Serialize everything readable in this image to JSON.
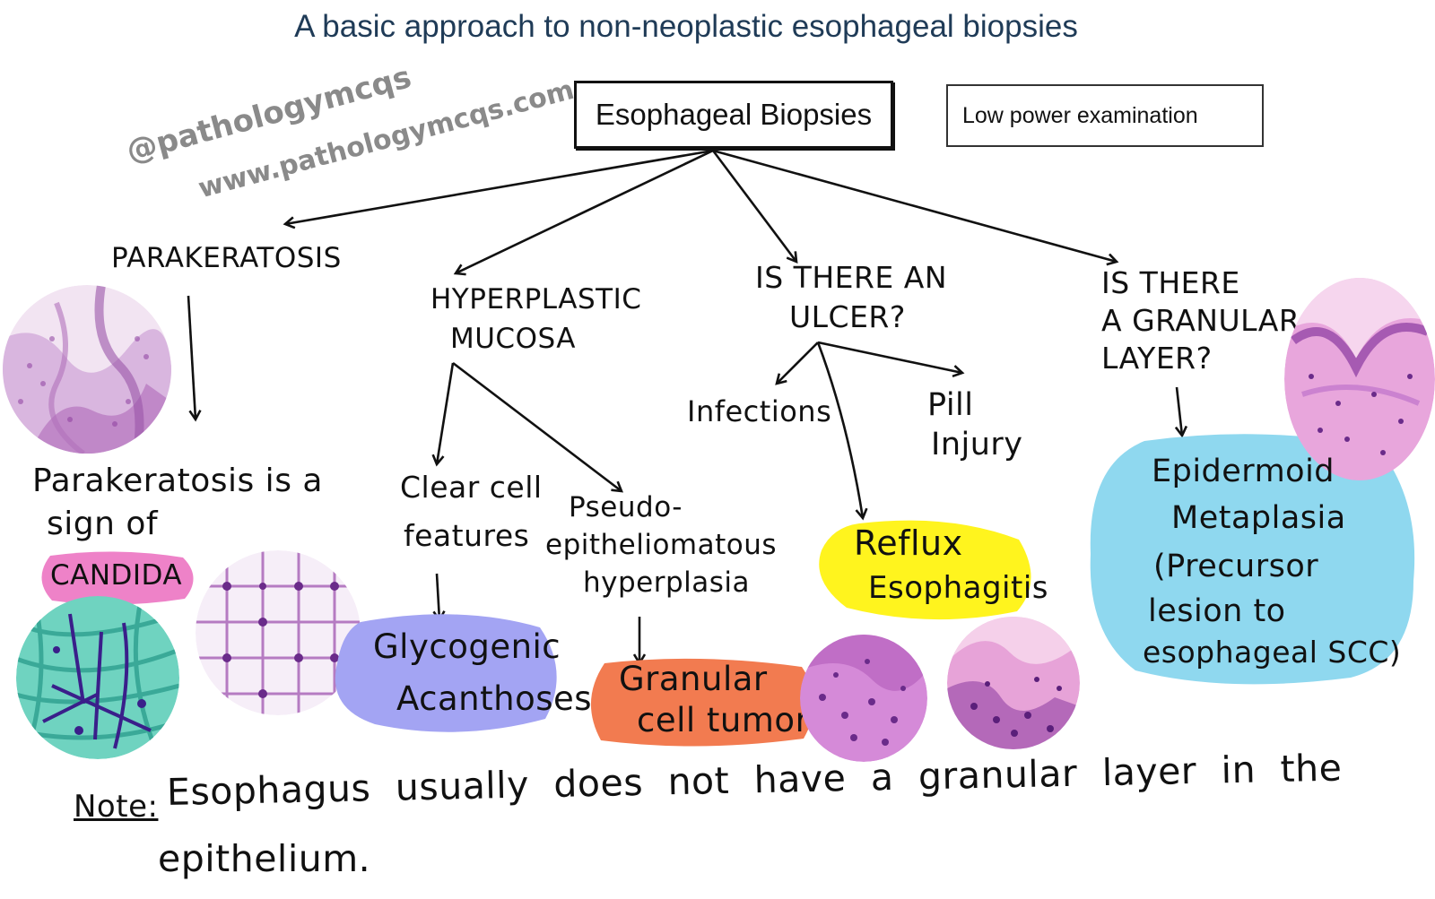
{
  "title": "A basic approach to non-neoplastic esophageal biopsies",
  "watermark": {
    "handle": "@pathologymcqs",
    "url": "www.pathologymcqs.com"
  },
  "root": {
    "label": "Esophageal Biopsies"
  },
  "side_box": {
    "label": "Low power examination"
  },
  "branches": {
    "parakeratosis": {
      "label": "PARAKERATOSIS",
      "sign_line1": "Parakeratosis is a",
      "sign_line2": "sign of",
      "candida": "CANDIDA"
    },
    "hyperplastic": {
      "label_line1": "HYPERPLASTIC",
      "label_line2": "MUCOSA",
      "clear_line1": "Clear cell",
      "clear_line2": "features",
      "glyco_line1": "Glycogenic",
      "glyco_line2": "Acanthoses",
      "pseudo_line1": "Pseudo-",
      "pseudo_line2": "epitheliomatous",
      "pseudo_line3": "hyperplasia",
      "granular_line1": "Granular",
      "granular_line2": "cell tumor"
    },
    "ulcer": {
      "label_line1": "IS THERE AN",
      "label_line2": "ULCER?",
      "infections": "Infections",
      "pill_line1": "Pill",
      "pill_line2": "Injury",
      "reflux_line1": "Reflux",
      "reflux_line2": "Esophagitis"
    },
    "granular_layer": {
      "label_line1": "IS THERE",
      "label_line2": "A GRANULAR",
      "label_line3": "LAYER?",
      "epi_line1": "Epidermoid",
      "epi_line2": "Metaplasia",
      "epi_line3": "(Precursor",
      "epi_line4": "lesion to",
      "epi_line5": "esophageal SCC)"
    }
  },
  "note": {
    "prefix": "Note:",
    "text_line1": "Esophagus usually does not have a granular layer in the",
    "text_line2": "epithelium."
  },
  "colors": {
    "title": "#1f3b57",
    "candida_blob": "#ee82c8",
    "glycogenic_blob": "#a3a4f3",
    "granular_blob": "#f27b50",
    "reflux_blob": "#fff41e",
    "epidermoid_blob": "#8fd8ef",
    "histology_pink": "#d98bd6",
    "histology_purple": "#8a3aa0",
    "candida_teal": "#4fc4b0"
  }
}
